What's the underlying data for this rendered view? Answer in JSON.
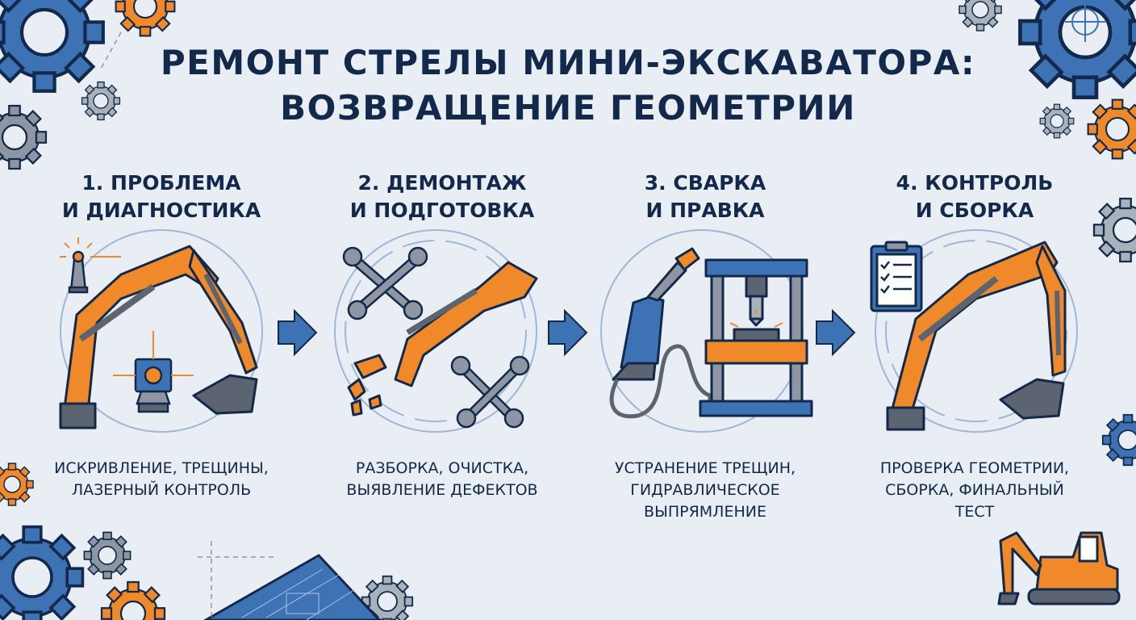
{
  "title": {
    "line1": "РЕМОНТ СТРЕЛЫ МИНИ-ЭКСКАВАТОРА:",
    "line2": "ВОЗВРАЩЕНИЕ ГЕОМЕТРИИ"
  },
  "steps": [
    {
      "heading1": "1. ПРОБЛЕМА",
      "heading2": "И ДИАГНОСТИКА",
      "desc1": "ИСКРИВЛЕНИЕ, ТРЕЩИНЫ,",
      "desc2": "ЛАЗЕРНЫЙ КОНТРОЛЬ",
      "desc3": ""
    },
    {
      "heading1": "2. ДЕМОНТАЖ",
      "heading2": "И ПОДГОТОВКА",
      "desc1": "РАЗБОРКА, ОЧИСТКА,",
      "desc2": "ВЫЯВЛЕНИЕ ДЕФЕКТОВ",
      "desc3": ""
    },
    {
      "heading1": "3. СВАРКА",
      "heading2": "И ПРАВКА",
      "desc1": "УСТРАНЕНИЕ ТРЕЩИН,",
      "desc2": "ГИДРАВЛИЧЕСКОЕ",
      "desc3": "ВЫПРЯМЛЕНИЕ"
    },
    {
      "heading1": "4. КОНТРОЛЬ",
      "heading2": "И СБОРКА",
      "desc1": "ПРОВЕРКА ГЕОМЕТРИИ,",
      "desc2": "СБОРКА, ФИНАЛЬНЫЙ",
      "desc3": "ТЕСТ"
    }
  ],
  "colors": {
    "background": "#e9eef4",
    "navy": "#13294b",
    "orange": "#f0892a",
    "blue": "#3d72b4",
    "gray": "#8d96a2"
  }
}
